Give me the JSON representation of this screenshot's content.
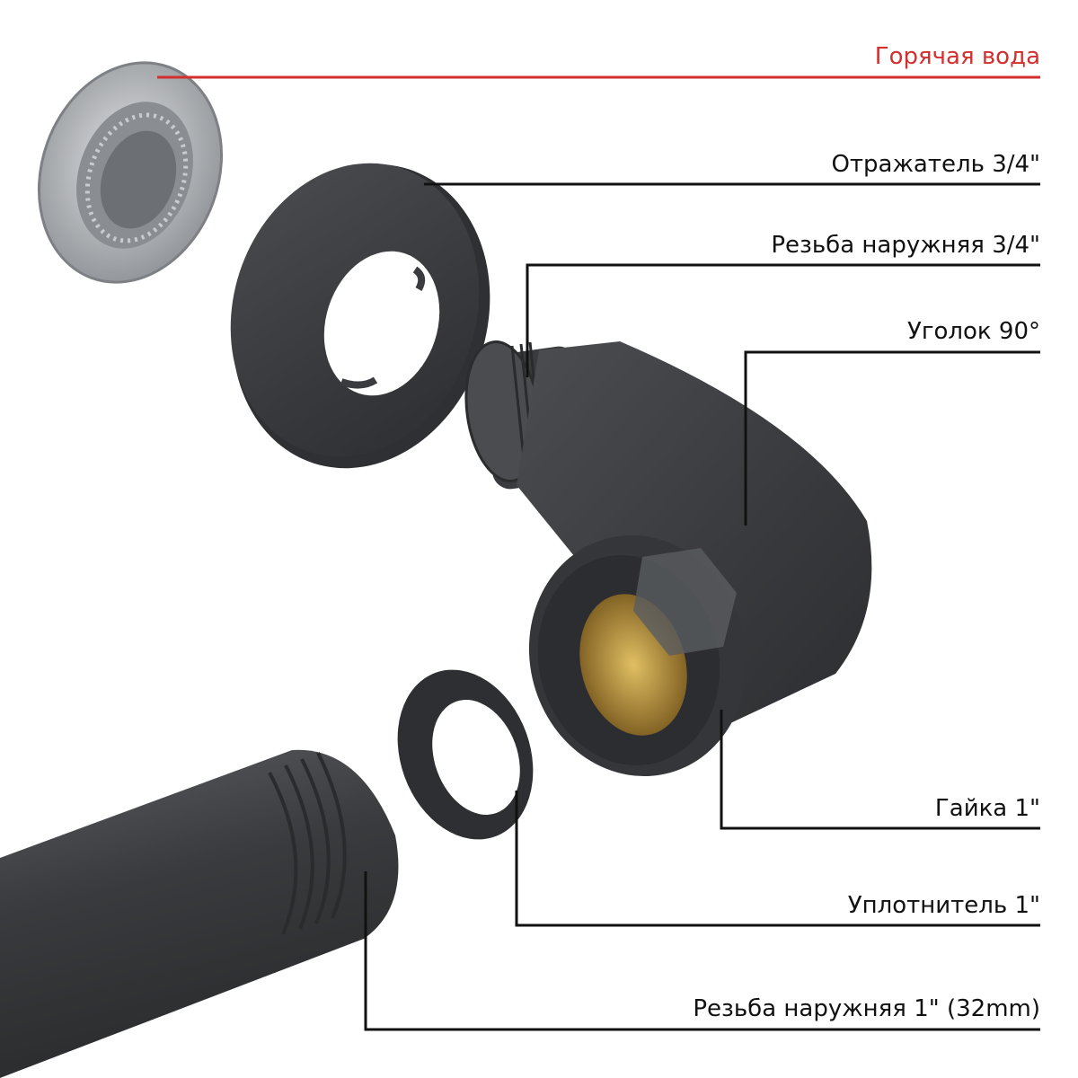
{
  "colors": {
    "hot_water": "#d32f2f",
    "part_dark": "#3a3b3e",
    "part_light": "#54565a",
    "chrome": "#b9bcbf",
    "brass": "#c49a3a",
    "leader": "#111111"
  },
  "labels": {
    "hot_water": "Горячая вода",
    "reflector": "Отражатель 3/4\"",
    "thread_outer_34": "Резьба наружняя 3/4\"",
    "elbow": "Уголок 90°",
    "nut": "Гайка 1\"",
    "seal": "Уплотнитель 1\"",
    "thread_outer_1": "Резьба наружняя 1\" (32mm)"
  }
}
